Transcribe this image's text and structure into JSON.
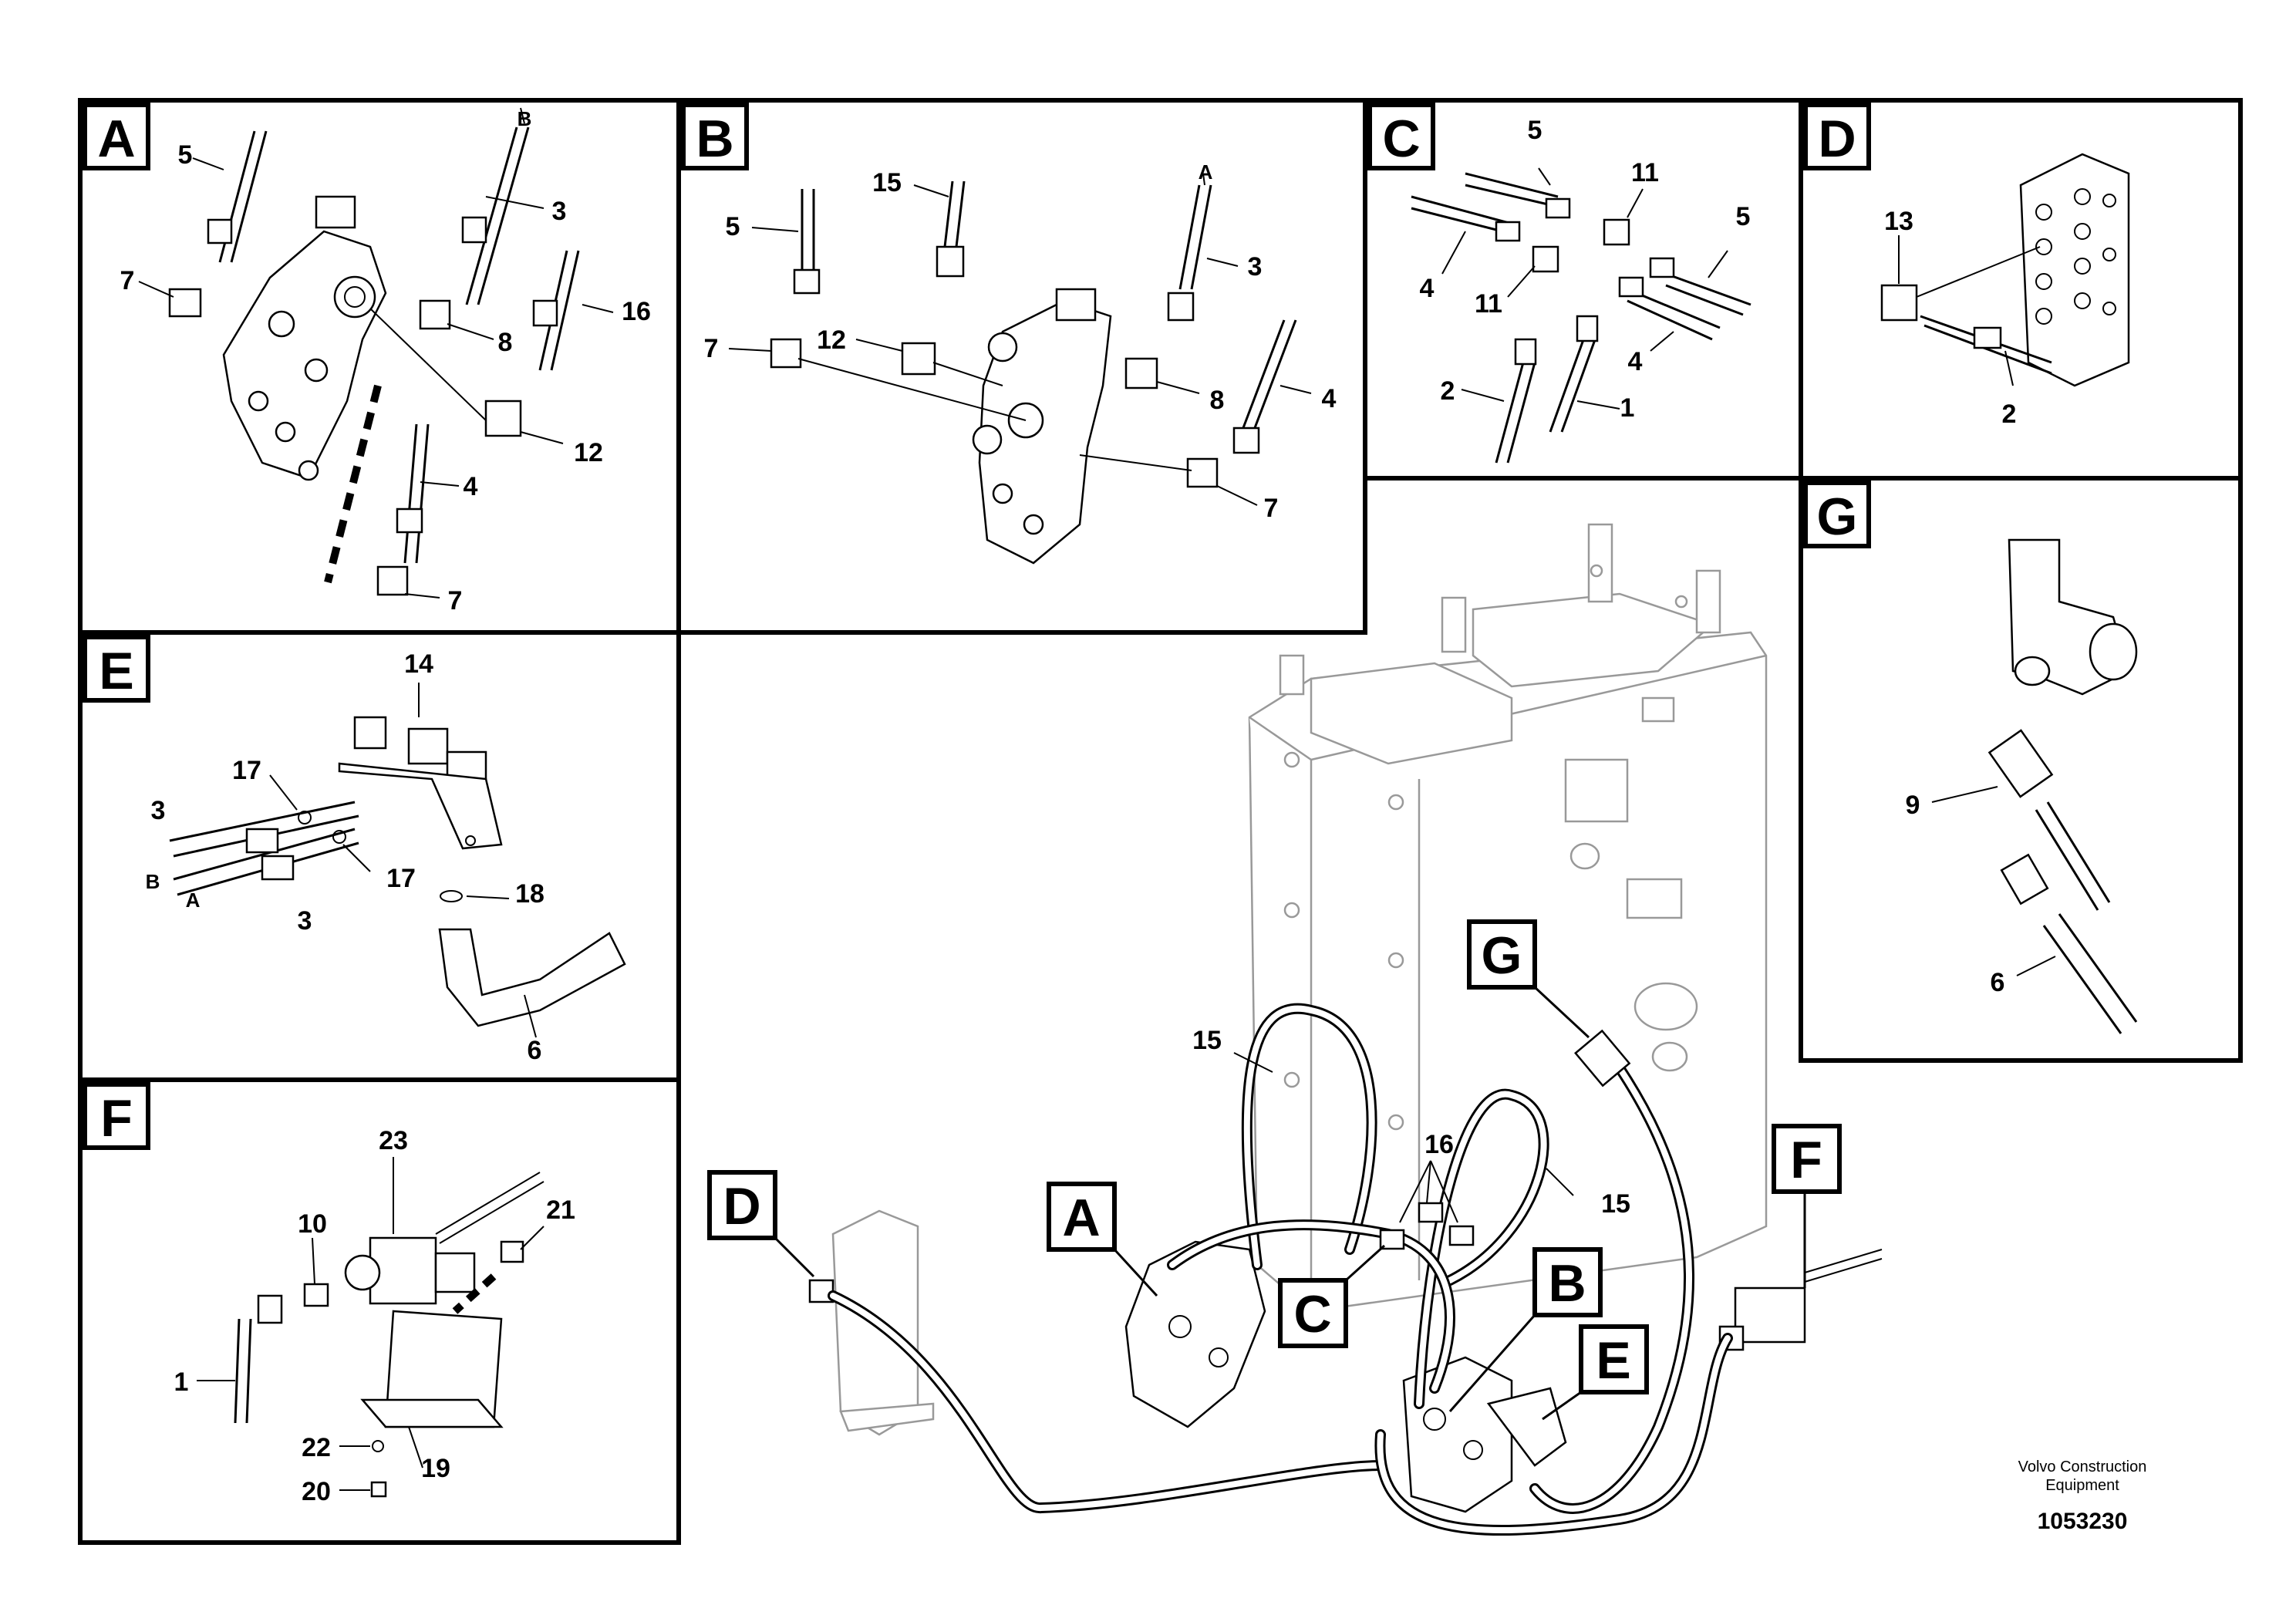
{
  "panels": {
    "A": {
      "letter": "A",
      "labels": {
        "l5": "5",
        "lB": "B",
        "l3": "3",
        "l7a": "7",
        "l8": "8",
        "l16": "16",
        "l12": "12",
        "l4": "4",
        "l7b": "7"
      }
    },
    "B": {
      "letter": "B",
      "labels": {
        "l15": "15",
        "lA": "A",
        "l5": "5",
        "l3": "3",
        "l7a": "7",
        "l12": "12",
        "l8": "8",
        "l4": "4",
        "l7b": "7"
      }
    },
    "C": {
      "letter": "C",
      "labels": {
        "l5a": "5",
        "l11a": "11",
        "l5b": "5",
        "l4a": "4",
        "l11b": "11",
        "l4b": "4",
        "l2": "2",
        "l1": "1"
      }
    },
    "D": {
      "letter": "D",
      "labels": {
        "l13": "13",
        "l2": "2"
      }
    },
    "E": {
      "letter": "E",
      "labels": {
        "l14": "14",
        "l17a": "17",
        "l3a": "3",
        "lB": "B",
        "lA": "A",
        "l17b": "17",
        "l3b": "3",
        "l18": "18",
        "l6": "6"
      }
    },
    "F": {
      "letter": "F",
      "labels": {
        "l23": "23",
        "l10": "10",
        "l21": "21",
        "l1": "1",
        "l22": "22",
        "l19": "19",
        "l20": "20"
      }
    },
    "G": {
      "letter": "G",
      "labels": {
        "l9": "9",
        "l6": "6"
      }
    }
  },
  "main": {
    "callouts": {
      "A": "A",
      "B": "B",
      "C": "C",
      "D": "D",
      "E": "E",
      "F": "F",
      "G": "G"
    },
    "labels": {
      "l15a": "15",
      "l16": "16",
      "l15b": "15"
    }
  },
  "brand": {
    "line1": "Volvo Construction",
    "line2": "Equipment"
  },
  "doc_number": "1053230"
}
